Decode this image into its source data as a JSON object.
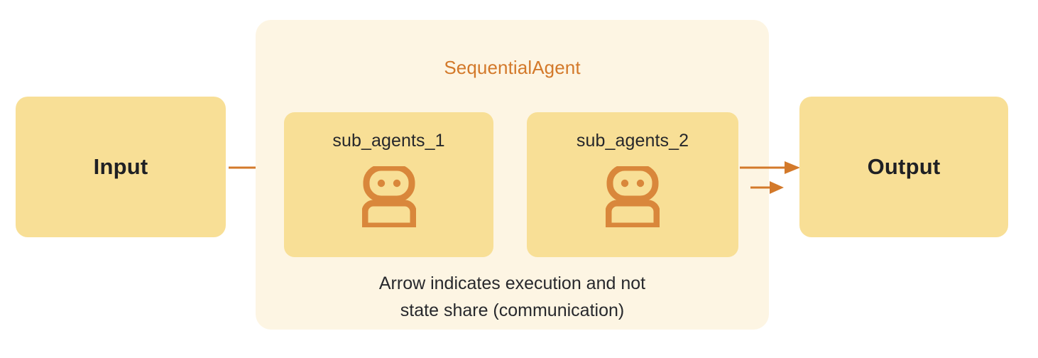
{
  "diagram": {
    "title": "SequentialAgent",
    "type": "flow-diagram",
    "colors": {
      "background": "#FFFFFF",
      "container_fill": "#FDF5E3",
      "box_fill": "#F8DF96",
      "accent_orange": "#D3792A",
      "icon_orange": "#D9873B",
      "text_dark": "#26272B"
    },
    "input": {
      "label": "Input"
    },
    "output": {
      "label": "Output"
    },
    "sub_agents": [
      {
        "label": "sub_agents_1",
        "icon": "robot-icon"
      },
      {
        "label": "sub_agents_2",
        "icon": "robot-icon"
      }
    ],
    "caption": {
      "line1": "Arrow indicates execution and not",
      "line2": "state share (communication)"
    },
    "arrows": [
      {
        "name": "input-to-agent1",
        "from": "Input",
        "to": "sub_agents_1"
      },
      {
        "name": "agent1-to-agent2",
        "from": "sub_agents_1",
        "to": "sub_agents_2"
      },
      {
        "name": "agent2-to-output",
        "from": "sub_agents_2",
        "to": "Output"
      }
    ]
  }
}
